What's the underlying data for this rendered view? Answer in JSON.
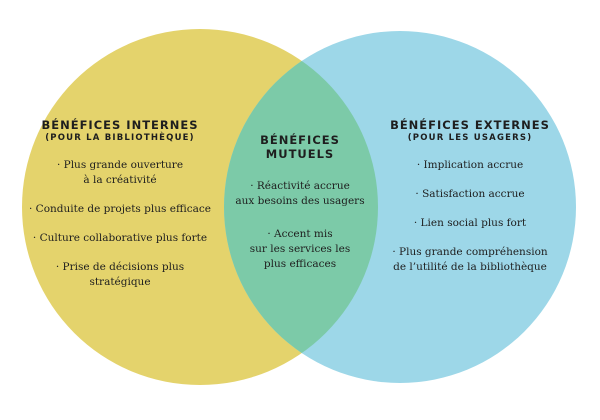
{
  "colors": {
    "internal_circle": "#e4d36c",
    "external_circle": "#9dd7e8",
    "overlap": "#7ccaa8",
    "text": "#1e1e1e"
  },
  "internal": {
    "title": "BÉNÉFICES INTERNES",
    "subtitle": "(POUR LA BIBLIOTHÈQUE)",
    "items": [
      "· Plus grande ouverture\nà la créativité",
      "· Conduite de projets plus efficace",
      "· Culture collaborative plus forte",
      "· Prise de décisions plus\nstratégique"
    ]
  },
  "mutual": {
    "title_line1": "BÉNÉFICES",
    "title_line2": "MUTUELS",
    "items": [
      "· Réactivité accrue\naux besoins des usagers",
      "· Accent mis\nsur les services les\nplus efficaces"
    ]
  },
  "external": {
    "title": "BÉNÉFICES EXTERNES",
    "subtitle": "(POUR LES USAGERS)",
    "items": [
      "· Implication accrue",
      "· Satisfaction accrue",
      "· Lien social plus fort",
      "· Plus grande compréhension\nde l’utilité de la bibliothèque"
    ]
  }
}
